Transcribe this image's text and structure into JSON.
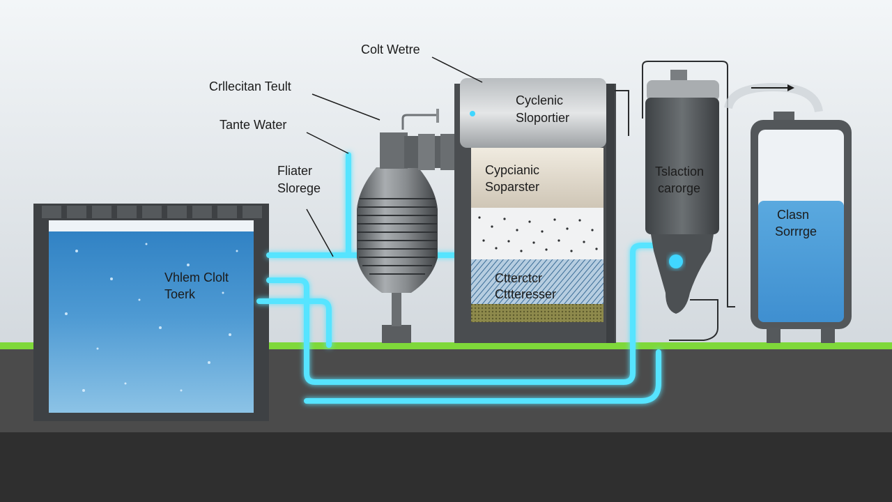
{
  "colors": {
    "sky_top": "#f2f5f7",
    "sky_bottom": "#d7dde2",
    "ground": "#4a4a4a",
    "ground_dark": "#2e2e2e",
    "grass": "#7dd63a",
    "pipe_glow": "#4fe3ff",
    "water": "#4f9fd6",
    "metal": "#6f7377"
  },
  "icons": {
    "flow_arrow": "arrow-right-icon"
  },
  "labels": {
    "colt_wetre": "Colt Wetre",
    "collection_tank": "Crllecitan Teult",
    "tante_water": "Tante Water",
    "filter_storage_line1": "Fliater",
    "filter_storage_line2": "Slorege",
    "main_tank_line1": "Vhlem Clolt",
    "main_tank_line2": "Toerk",
    "cyclonic_top_line1": "Cyclenic",
    "cyclonic_top_line2": "Sloportier",
    "cyclonic_mid_line1": "Cypcianic",
    "cyclonic_mid_line2": "Soparster",
    "filter_bottom_line1": "Ctterctcr",
    "filter_bottom_line2": "Cttteresser",
    "tower_line1": "Tslaction",
    "tower_line2": "carorge",
    "clean_line1": "Clasn",
    "clean_line2": "Sorrrge"
  }
}
